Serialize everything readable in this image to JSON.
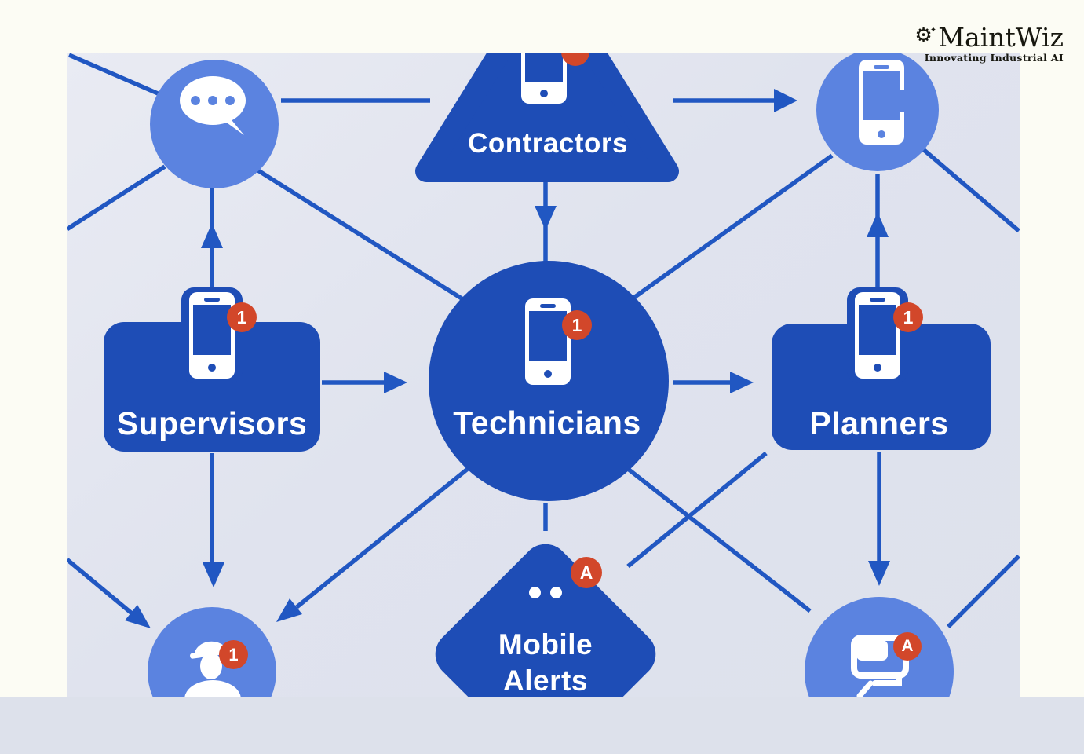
{
  "logo": {
    "name": "MaintWiz",
    "tagline": "Innovating Industrial AI",
    "icon": "gear-icon"
  },
  "colors": {
    "node_dark_blue": "#1e4db6",
    "node_light_blue": "#5b83e0",
    "arrow_blue": "#2157c2",
    "badge_red": "#d2472a",
    "diagram_background": "#e0e3ee",
    "page_background": "#fcfcf4"
  },
  "nodes": {
    "contractors": {
      "label": "Contractors",
      "shape": "triangle",
      "icon": "smartphone-icon",
      "badge": ""
    },
    "technicians": {
      "label": "Technicians",
      "shape": "circle",
      "icon": "smartphone-icon",
      "badge": "1"
    },
    "supervisors": {
      "label": "Supervisors",
      "shape": "rectangle",
      "icon": "smartphone-icon",
      "badge": "1"
    },
    "planners": {
      "label": "Planners",
      "shape": "rectangle",
      "icon": "smartphone-icon",
      "badge": "1"
    },
    "mobile_alerts": {
      "label_line1": "Mobile",
      "label_line2": "Alerts",
      "shape": "diamond",
      "icon": "two-dots-icon",
      "badge": "A"
    },
    "chat": {
      "label": "",
      "shape": "circle",
      "icon": "chat-bubble-icon",
      "badge": ""
    },
    "phone": {
      "label": "",
      "shape": "circle",
      "icon": "smartphone-icon",
      "badge": ""
    },
    "worker": {
      "label": "",
      "shape": "circle",
      "icon": "worker-icon",
      "badge": "1"
    },
    "workstation": {
      "label": "",
      "shape": "circle",
      "icon": "computer-icon",
      "badge": "A"
    }
  },
  "connections": [
    {
      "from": "chat",
      "to": "contractors",
      "arrow": false
    },
    {
      "from": "contractors",
      "to": "technicians",
      "arrow": true
    },
    {
      "from": "contractors",
      "to": "phone",
      "arrow": true
    },
    {
      "from": "supervisors",
      "to": "chat",
      "arrow": true
    },
    {
      "from": "supervisors",
      "to": "technicians",
      "arrow": true
    },
    {
      "from": "supervisors",
      "to": "worker",
      "arrow": true
    },
    {
      "from": "technicians",
      "to": "planners",
      "arrow": true
    },
    {
      "from": "technicians",
      "to": "worker",
      "arrow": true
    },
    {
      "from": "technicians",
      "to": "mobile_alerts",
      "arrow": false
    },
    {
      "from": "technicians",
      "to": "workstation",
      "arrow": false
    },
    {
      "from": "chat",
      "to": "technicians",
      "arrow": false
    },
    {
      "from": "phone",
      "to": "technicians",
      "arrow": false
    },
    {
      "from": "planners",
      "to": "phone",
      "arrow": true
    },
    {
      "from": "planners",
      "to": "workstation",
      "arrow": true
    },
    {
      "from": "mobile_alerts",
      "to": "planners",
      "arrow": false
    },
    {
      "from": "left-edge",
      "to": "worker",
      "arrow": true
    },
    {
      "from": "left-edge",
      "to": "chat",
      "arrow": false
    },
    {
      "from": "phone",
      "to": "right-edge",
      "arrow": false
    },
    {
      "from": "right-edge",
      "to": "workstation",
      "arrow": false
    }
  ]
}
